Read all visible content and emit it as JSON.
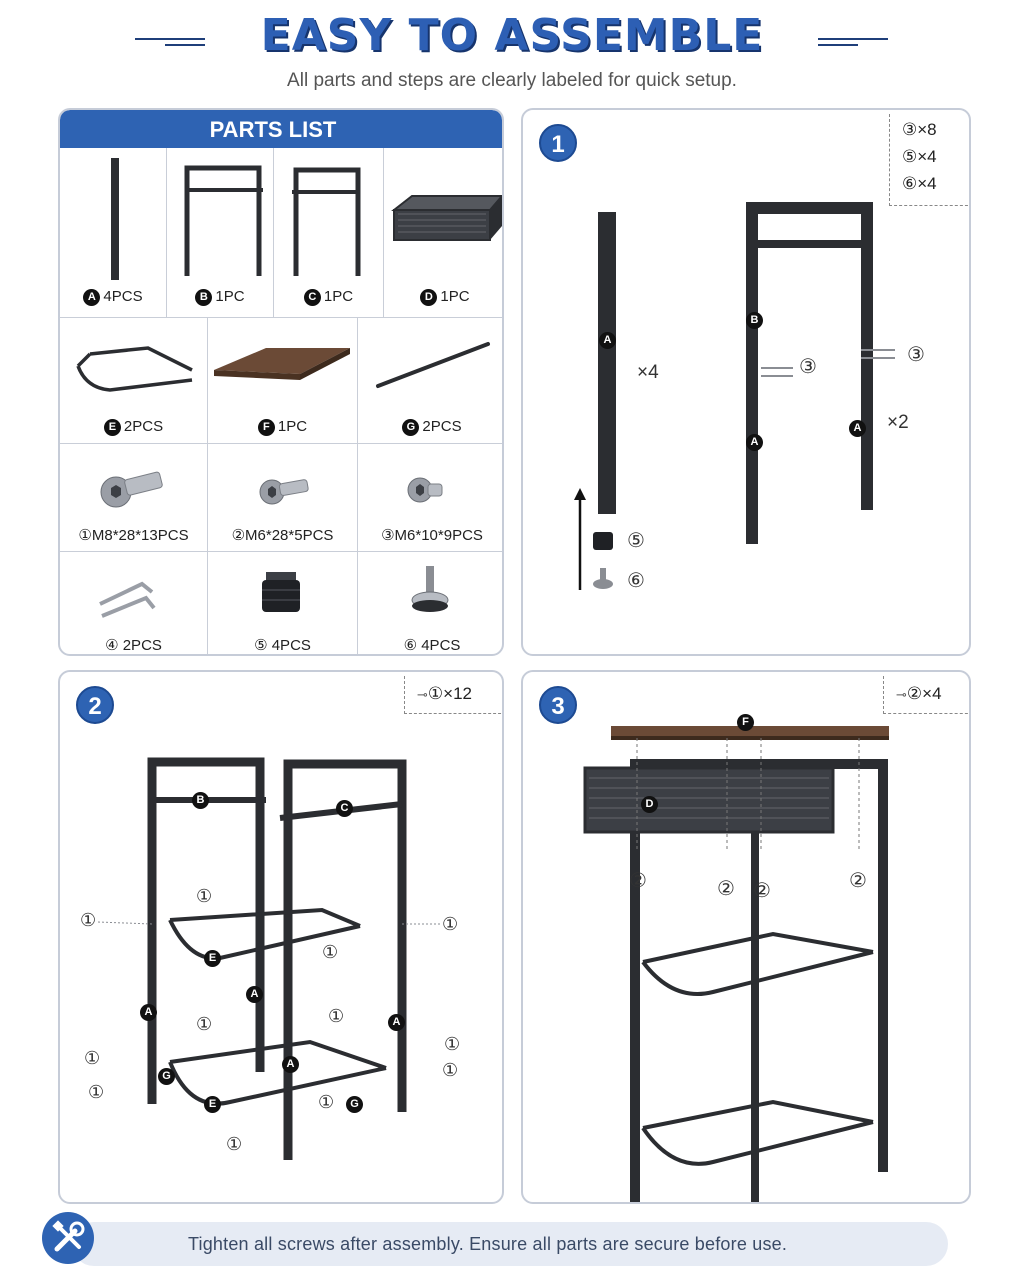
{
  "header": {
    "title": "EASY TO ASSEMBLE",
    "subtitle": "All parts and steps are clearly labeled for quick setup."
  },
  "parts_list": {
    "heading": "PARTS LIST",
    "items": [
      {
        "id": "A",
        "qty": "4PCS",
        "kind": "letter"
      },
      {
        "id": "B",
        "qty": "1PC",
        "kind": "letter"
      },
      {
        "id": "C",
        "qty": "1PC",
        "kind": "letter"
      },
      {
        "id": "D",
        "qty": "1PC",
        "kind": "letter"
      },
      {
        "id": "E",
        "qty": "2PCS",
        "kind": "letter"
      },
      {
        "id": "F",
        "qty": "1PC",
        "kind": "letter"
      },
      {
        "id": "G",
        "qty": "2PCS",
        "kind": "letter"
      },
      {
        "id": "①",
        "qty": "M8*28*13PCS",
        "kind": "number"
      },
      {
        "id": "②",
        "qty": "M6*28*5PCS",
        "kind": "number"
      },
      {
        "id": "③",
        "qty": "M6*10*9PCS",
        "kind": "number"
      },
      {
        "id": "④",
        "qty": "2PCS",
        "kind": "number"
      },
      {
        "id": "⑤",
        "qty": "4PCS",
        "kind": "number"
      },
      {
        "id": "⑥",
        "qty": "4PCS",
        "kind": "number"
      }
    ]
  },
  "step1": {
    "number": "1",
    "hardware": [
      "③×8",
      "⑤×4",
      "⑥×4"
    ],
    "labels": {
      "leg": "A",
      "frame": "B",
      "frame_leg": "A",
      "times4": "×4",
      "times2": "×2",
      "screw": "③",
      "foot_cap": "⑤",
      "foot_pad": "⑥"
    }
  },
  "step2": {
    "number": "2",
    "hardware": "①×12",
    "labels": {
      "b": "B",
      "c": "C",
      "a": "A",
      "e": "E",
      "g": "G",
      "screw": "①"
    }
  },
  "step3": {
    "number": "3",
    "hardware": "②×4",
    "labels": {
      "f": "F",
      "d": "D",
      "screw": "②"
    }
  },
  "footer": {
    "icon": "wrench-screwdriver-icon",
    "text": "Tighten all screws after assembly. Ensure all parts are secure before use."
  },
  "colors": {
    "brand_blue": "#2e63b3",
    "metal": "#2b2d31",
    "wood": "#6b4a36"
  }
}
